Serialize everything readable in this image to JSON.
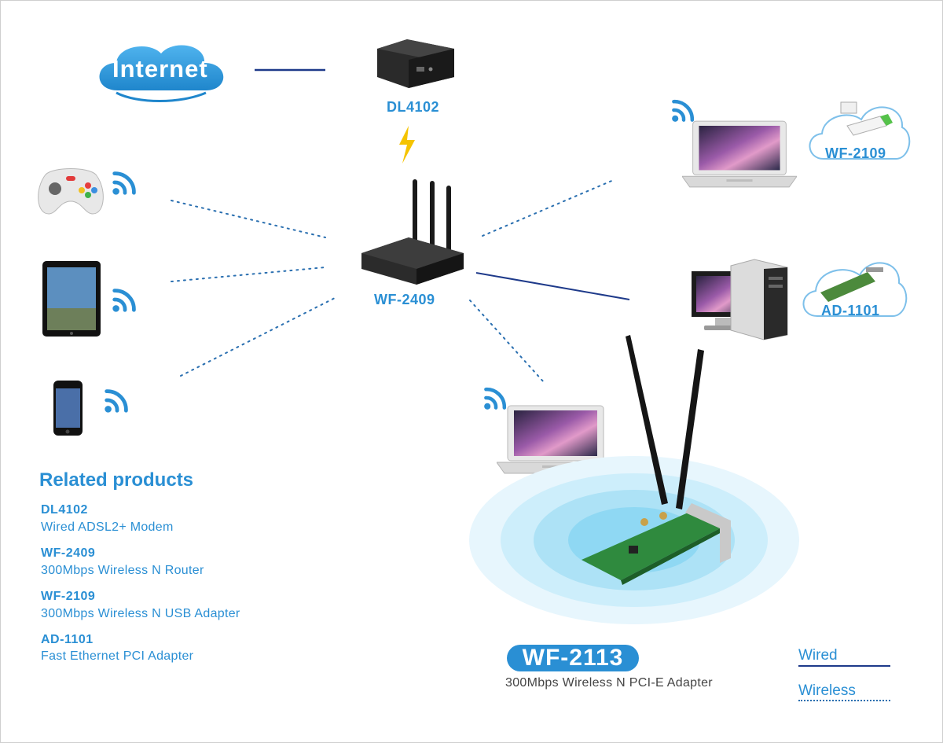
{
  "diagram": {
    "internet_label": "Internet",
    "modem_label": "DL4102",
    "router_label": "WF-2409",
    "usb_adapter_label": "WF-2109",
    "pci_adapter_label": "AD-1101"
  },
  "related": {
    "title": "Related products",
    "items": [
      {
        "name": "DL4102",
        "desc": "Wired ADSL2+ Modem"
      },
      {
        "name": "WF-2409",
        "desc": "300Mbps Wireless N Router"
      },
      {
        "name": "WF-2109",
        "desc": "300Mbps Wireless N USB Adapter"
      },
      {
        "name": "AD-1101",
        "desc": "Fast Ethernet PCI Adapter"
      }
    ]
  },
  "featured": {
    "name": "WF-2113",
    "desc": "300Mbps Wireless N PCI-E Adapter"
  },
  "legend": {
    "wired": "Wired",
    "wireless": "Wireless"
  },
  "colors": {
    "accent": "#2a8fd4",
    "wired_line": "#1e3a8a",
    "wireless_line": "#2a6fb0",
    "lightning": "#f5c400"
  },
  "icons": [
    "wifi-icon",
    "game-controller-icon",
    "tablet-icon",
    "smartphone-icon",
    "laptop-icon",
    "desktop-computer-icon",
    "router-icon",
    "modem-icon",
    "usb-adapter-icon",
    "pci-card-icon",
    "pcie-wifi-card-icon",
    "lightning-icon",
    "cloud-icon"
  ]
}
